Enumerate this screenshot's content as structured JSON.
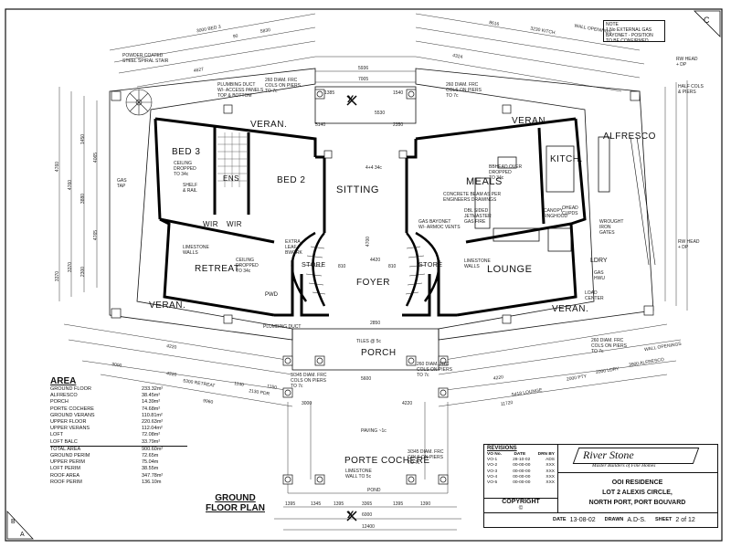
{
  "sheet": {
    "note": [
      "NOTE",
      "1 No EXTERNAL GAS",
      "BAYONET - POSITION",
      "TO BE CONFIRMED"
    ],
    "plan_title": [
      "GROUND",
      "FLOOR PLAN"
    ],
    "rev_letter": "C",
    "corner_letter_top": "B",
    "corner_letter_bottom": "A"
  },
  "rooms": {
    "bed3": "BED 3",
    "ens": "ENS",
    "bed2": "BED 2",
    "wir1": "WIR",
    "wir2": "WIR",
    "retreat": "RETREAT",
    "veran_nw": "VERAN.",
    "veran_sw": "VERAN.",
    "sitting": "SITTING",
    "meals": "MEALS",
    "kitch": "KITCH.",
    "alfresco": "ALFRESCO",
    "veran_ne": "VERAN.",
    "veran_se": "VERAN.",
    "lounge": "LOUNGE",
    "foyer": "FOYER",
    "store1": "STORE",
    "store2": "STORE",
    "porch": "PORCH",
    "porte_cochere": "PORTE COCHERE",
    "pwd": "PWD",
    "ldry": "LDRY"
  },
  "annotations": {
    "ceiling_bed3": [
      "CEILING",
      "DROPPED",
      "TO 34c"
    ],
    "ceiling_retreat": [
      "CEILING",
      "DROPPED",
      "TO 34c"
    ],
    "limestone_retreat": [
      "LIMESTONE",
      "WALLS"
    ],
    "limestone_lounge": [
      "LIMESTONE",
      "WALLS"
    ],
    "plumbing_duct_top": [
      "PLUMBING DUCT",
      "W/- ACCESS PANELS",
      "TOP & BOTTOM"
    ],
    "plumbing_duct": "PLUMBING DUCT",
    "powder_stair": [
      "POWDER COATED",
      "STEEL SPIRAL STAIR"
    ],
    "cols_top": [
      "260 DIAM. FRC",
      "COLS ON PIERS",
      "TO 7c"
    ],
    "cols_top_right": [
      "260 DIAM. FRC",
      "COLS ON PIERS",
      "TO 7c"
    ],
    "cols_porch_left": [
      "3/345 DIAM. FRC",
      "COLS ON PIERS",
      "TO 7c"
    ],
    "cols_porch_right": [
      "260 DIAM. FRC",
      "COLS ON PIERS",
      "TO 7c"
    ],
    "cols_porte": [
      "3/345 DIAM. FRC",
      "COLS ON PIERS",
      "TO 7c"
    ],
    "cols_se": [
      "260 DIAM. FRC",
      "COLS ON PIERS",
      "TO 7c"
    ],
    "concrete_beam": [
      "CONCRETE BEAM AS PER",
      "ENGINEERS DRAWINGS"
    ],
    "bbhead_meals": [
      "BBHEAD OVER",
      "DROPPED",
      "TO 34c"
    ],
    "gas_bayonet": [
      "GAS BAYONET",
      "W/- ARMOC VENTS"
    ],
    "dbl_sided": [
      "DBL SIDED",
      "JETMASTER",
      "GAS FIRE"
    ],
    "canopy": [
      "CANOPY",
      "RNGHOOD"
    ],
    "overhead": [
      "OHEAD",
      "CUPDS"
    ],
    "wrought_iron": [
      "WROUGHT",
      "IRON",
      "GATES"
    ],
    "gas_hw": [
      "GAS",
      "HWU"
    ],
    "load_center": [
      "LOAD",
      "CENTER"
    ],
    "limestone_wall_porte": [
      "LIMESTONE",
      "WALL TO 5c"
    ],
    "half_cols": [
      "HALF COLS",
      "& PIERS"
    ],
    "rw_head_top": [
      "RW HEAD",
      "+ DP"
    ],
    "rw_head_right": [
      "RW HEAD",
      "+ DP"
    ],
    "paving": "PAVING ~1c",
    "tiles": "TILES @ 5c",
    "pond": "POND",
    "sill_34": "4+4 34c",
    "extra_leaf": [
      "EXTRA",
      "LEAF",
      "BWORK"
    ],
    "shelf_rail": [
      "SHELF",
      "& RAIL"
    ],
    "gas_tap": [
      "GAS",
      "TAP"
    ]
  },
  "dimensions": {
    "top": [
      "3000 BED 3",
      "90",
      "5830",
      "4627",
      "5936",
      "7005",
      "4324",
      "3230 KITCH.",
      "8616",
      "WALL OPENINGS"
    ],
    "top2": [
      "1385",
      "1540",
      "5530",
      "5140",
      "2350"
    ],
    "left": [
      "4760",
      "4760",
      "1450",
      "3880",
      "4065",
      "4765",
      "3370",
      "2300",
      "3370"
    ],
    "bottom_left": [
      "4220",
      "9960",
      "3000",
      "4220",
      "5300 RETREAT",
      "2130 PDR",
      "1140",
      "1150"
    ],
    "bottom_center": [
      "5600",
      "3000",
      "12400",
      "1395",
      "1345",
      "1395",
      "3365",
      "1395",
      "1390",
      "6000",
      "4220"
    ],
    "bottom_right": [
      "4220",
      "5418 LOUNGE",
      "11720",
      "2000 PTY",
      "2000 LDRY",
      "3900 ALFRESCO",
      "WALL OPENINGS"
    ],
    "foyer": [
      "4700",
      "4420",
      "2850",
      "810",
      "810"
    ]
  },
  "area": {
    "title": "AREA",
    "rows": [
      {
        "label": "GROUND FLOOR",
        "value": "233.32m²"
      },
      {
        "label": "ALFRESCO",
        "value": "38.45m²"
      },
      {
        "label": "PORCH",
        "value": "14.39m²"
      },
      {
        "label": "PORTE COCHERE",
        "value": "74.68m²"
      },
      {
        "label": "GROUND VERANS",
        "value": "110.81m²"
      },
      {
        "label": "UPPER FLOOR",
        "value": "220.63m²"
      },
      {
        "label": "UPPER VERANS",
        "value": "112.04m²"
      },
      {
        "label": "LOFT",
        "value": "72.08m²"
      },
      {
        "label": "LOFT BALC",
        "value": "33.79m²"
      },
      {
        "label": "TOTAL AREA",
        "value": "900.60m²"
      },
      {
        "label": "",
        "value": ""
      },
      {
        "label": "GROUND PERIM",
        "value": "72.65m"
      },
      {
        "label": "UPPER PERIM",
        "value": "75.04m"
      },
      {
        "label": "LOFT PERIM",
        "value": "38.55m"
      },
      {
        "label": "",
        "value": ""
      },
      {
        "label": "ROOF AREA",
        "value": "347.78m²"
      },
      {
        "label": "ROOF PERIM",
        "value": "136.10m"
      }
    ]
  },
  "title_block": {
    "revisions_title": "REVISIONS",
    "rev_headers": [
      "VO No.",
      "DATE",
      "DRN BY"
    ],
    "rev_rows": [
      [
        "VO-1",
        "28-10-02",
        "ADS"
      ],
      [
        "VO-2",
        "00-00-00",
        "XXX"
      ],
      [
        "VO-3",
        "00-00-00",
        "XXX"
      ],
      [
        "VO-4",
        "00-00-00",
        "XXX"
      ],
      [
        "VO-5",
        "00-00-00",
        "XXX"
      ]
    ],
    "logo_name": "River Stone",
    "logo_tag": "Master Builders of Fine Homes",
    "project": [
      "OOI RESIDENCE",
      "LOT 2 ALEXIS CIRCLE,",
      "NORTH PORT, PORT BOUVARD"
    ],
    "copyright": "COPYRIGHT",
    "copyright_symbol": "©",
    "date_label": "DATE",
    "date_value": "13-08-02",
    "drawn_label": "DRAWN",
    "drawn_value": "A.D-S.",
    "sheet_label": "SHEET",
    "sheet_value": "2 of 12"
  },
  "markers": {
    "x_top": "X",
    "x_bottom": "X"
  }
}
